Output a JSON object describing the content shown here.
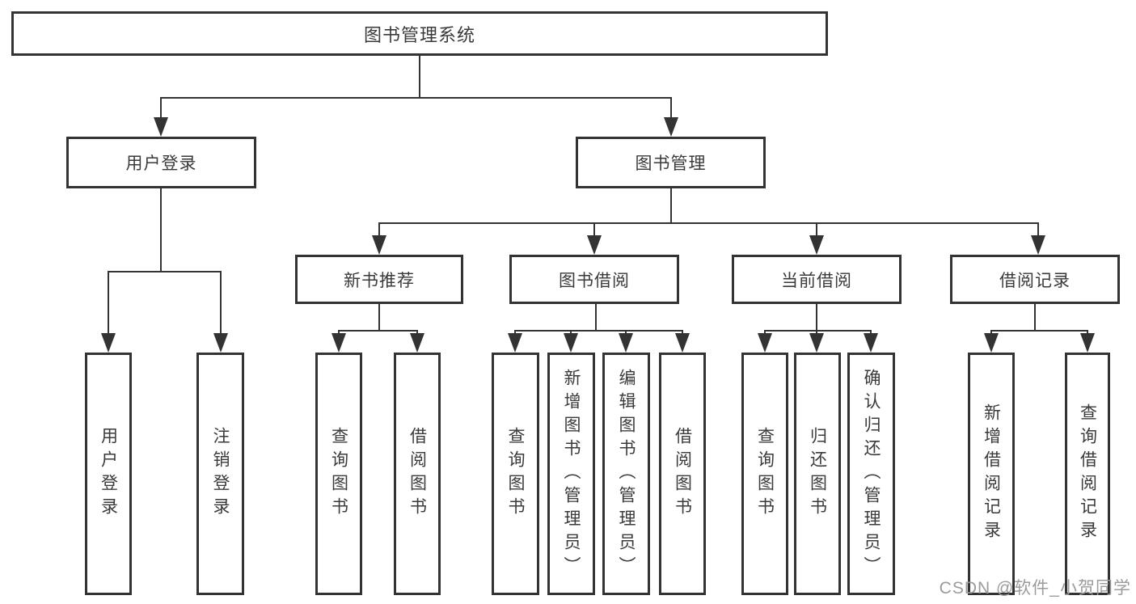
{
  "diagram": {
    "type": "hierarchy-tree",
    "tree": {
      "root": {
        "label": "图书管理系统"
      },
      "branches": [
        {
          "label": "用户登录",
          "leaves": [
            {
              "label": "用户登录"
            },
            {
              "label": "注销登录"
            }
          ]
        },
        {
          "label": "图书管理",
          "groups": [
            {
              "label": "新书推荐",
              "leaves": [
                {
                  "label": "查询图书"
                },
                {
                  "label": "借阅图书"
                }
              ]
            },
            {
              "label": "图书借阅",
              "leaves": [
                {
                  "label": "查询图书"
                },
                {
                  "label": "新增图书（管理员）"
                },
                {
                  "label": "编辑图书（管理员）"
                },
                {
                  "label": "借阅图书"
                }
              ]
            },
            {
              "label": "当前借阅",
              "leaves": [
                {
                  "label": "查询图书"
                },
                {
                  "label": "归还图书"
                },
                {
                  "label": "确认归还（管理员）"
                }
              ]
            },
            {
              "label": "借阅记录",
              "leaves": [
                {
                  "label": "新增借阅记录"
                },
                {
                  "label": "查询借阅记录"
                }
              ]
            }
          ]
        }
      ]
    }
  },
  "watermark": {
    "text": "CSDN @软件_小贺同学"
  },
  "colors": {
    "line": "#333333",
    "text": "#3a3a3a",
    "box_background": "#ffffff",
    "watermark": "#9b9b9b"
  }
}
